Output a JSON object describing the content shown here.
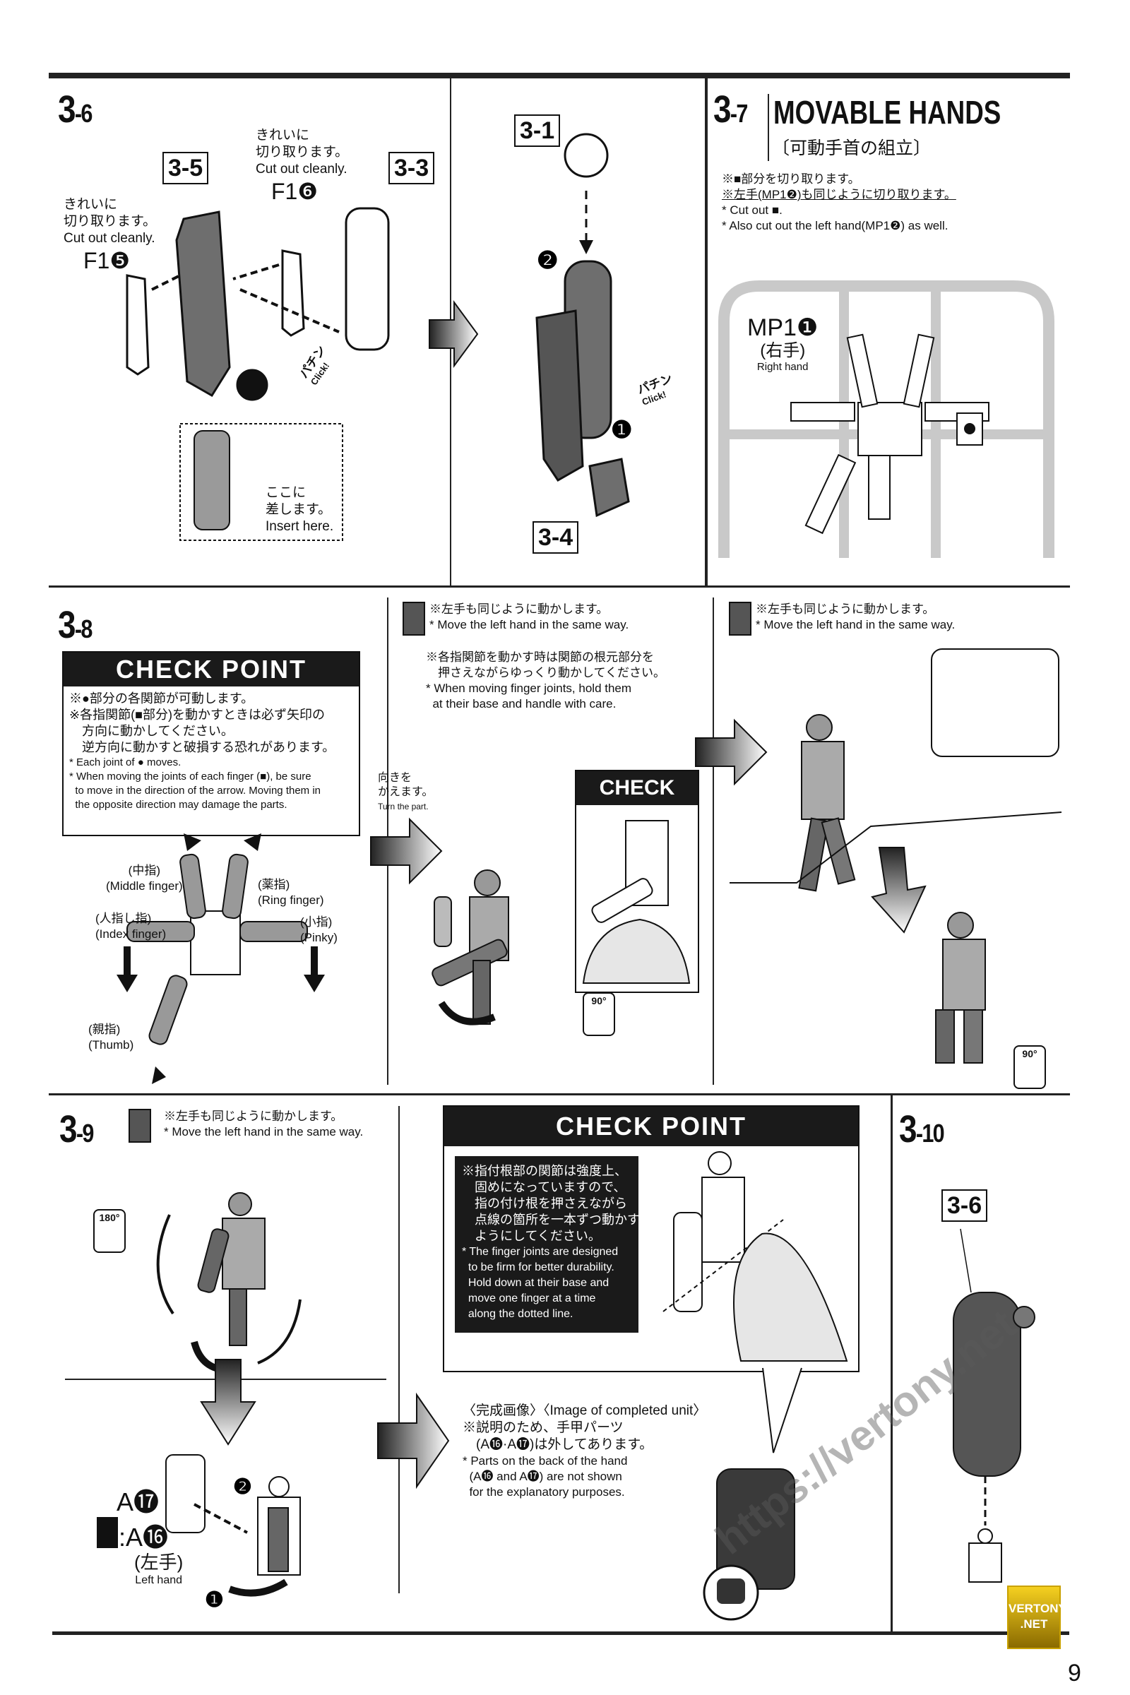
{
  "page_number": "9",
  "step_3_6": {
    "title_major": "3",
    "title_minor": "-6",
    "refs": [
      "3-5",
      "3-3",
      "3-1",
      "3-4"
    ],
    "note_cut_f16": {
      "jp": "きれいに\n切り取ります。",
      "en": "Cut out cleanly.",
      "part": "F1❻"
    },
    "note_cut_f15": {
      "jp": "きれいに\n切り取ります。",
      "en": "Cut out cleanly.",
      "part": "F1❺"
    },
    "click_jp": "パチン",
    "click_en": "Click!",
    "insert": {
      "jp": "ここに\n差します。",
      "en": "Insert here."
    },
    "order": [
      "❶",
      "❷"
    ]
  },
  "step_3_7": {
    "title_major": "3",
    "title_minor": "-7",
    "heading": "MOVABLE HANDS",
    "subheading": "〔可動手首の組立〕",
    "notes": [
      "※■部分を切り取ります。",
      "※左手(MP1❷)も同じように切り取ります。",
      "* Cut out ■.",
      "* Also cut out the left hand(MP1❷) as well."
    ],
    "runner_label": {
      "part": "MP1❶",
      "jp": "(右手)",
      "en": "Right hand"
    }
  },
  "step_3_8": {
    "title_major": "3",
    "title_minor": "-8",
    "checkpoint": {
      "title": "CHECK POINT",
      "lines_jp": "※●部分の各関節が可動します。\n※各指関節(■部分)を動かすときは必ず矢印の\n　方向に動かしてください。\n　逆方向に動かすと破損する恐れがあります。",
      "lines_en": "* Each joint of ● moves.\n* When moving the joints of each finger (■), be sure\n  to move in the direction of the arrow. Moving them in\n  the opposite direction may damage the parts."
    },
    "fingers": {
      "middle": {
        "jp": "(中指)",
        "en": "(Middle finger)"
      },
      "ring": {
        "jp": "(薬指)",
        "en": "(Ring finger)"
      },
      "index": {
        "jp": "(人指し指)",
        "en": "(Index finger)"
      },
      "pinky": {
        "jp": "(小指)",
        "en": "(Pinky)"
      },
      "thumb": {
        "jp": "(親指)",
        "en": "(Thumb)"
      }
    },
    "mid_note_left": {
      "jp": "※左手も同じように動かします。",
      "en": "* Move the left hand in the same way."
    },
    "mid_note_joints": {
      "jp": "※各指関節を動かす時は関節の根元部分を\n　押さえながらゆっくり動かしてください。",
      "en": "* When moving finger joints, hold them\n  at their base and handle with care."
    },
    "turn_part": {
      "jp": "向きを\nかえます。",
      "en": "Turn the part."
    },
    "small_checkpoint_title": "CHECK POINT",
    "rotate_badge": "90°",
    "right_note_left": {
      "jp": "※左手も同じように動かします。",
      "en": "* Move the left hand in the same way."
    },
    "rotate_badge_2": "90°"
  },
  "step_3_9": {
    "title_major": "3",
    "title_minor": "-9",
    "note_left": {
      "jp": "※左手も同じように動かします。",
      "en": "* Move the left hand in the same way."
    },
    "rotate_badge": "180°",
    "part_a17": "A⓱",
    "part_a16": ":A⓰",
    "left_hand_jp": "(左手)",
    "left_hand_en": "Left hand",
    "order": [
      "❶",
      "❷"
    ]
  },
  "checkpoint_3_9": {
    "title": "CHECK POINT",
    "text_jp": "※指付根部の関節は強度上、\n　固めになっていますので、\n　指の付け根を押さえながら\n　点線の箇所を一本ずつ動かす\n　ようにしてください。",
    "text_en": "* The finger joints are designed\n  to be firm for better durability.\n  Hold down at their base and\n  move one finger at a time\n  along the dotted line."
  },
  "completed_unit": {
    "title": "〈完成画像〉〈Image of completed unit〉",
    "jp": "※説明のため、手甲パーツ\n　(A⓰·A⓱)は外してあります。",
    "en": "* Parts on the back of the hand\n  (A⓰ and A⓱) are not shown\n  for the explanatory purposes."
  },
  "step_3_10": {
    "title_major": "3",
    "title_minor": "-10",
    "ref": "3-6"
  },
  "watermark": {
    "url": "https://vertony.net",
    "logo": "VERTONY .NET"
  },
  "colors": {
    "ink": "#111111",
    "part_gray": "#7a7a7a",
    "logo_yellow": "#e8c21a"
  }
}
